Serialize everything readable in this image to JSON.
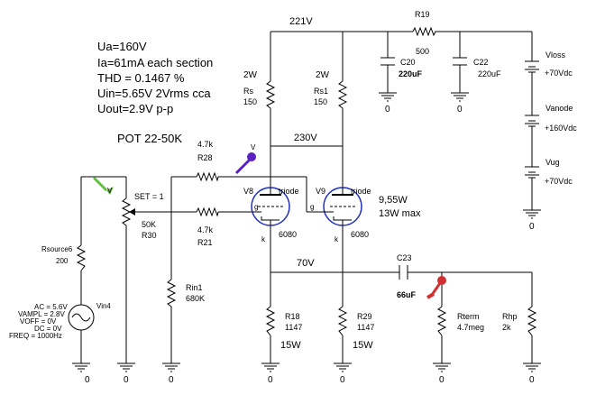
{
  "notes": {
    "line1": "Ua=160V",
    "line2": "Ia=61mA each section",
    "line3": "THD = 0.1467 %",
    "line4": "Uin=5.65V 2Vrms cca",
    "line5": "Uout=2.9V p-p"
  },
  "pot_label": "POT 22-50K",
  "nets": {
    "v221": "221V",
    "v230": "230V",
    "v70": "70V"
  },
  "resistors": {
    "r19_name": "R19",
    "r19_val": "500",
    "rs_power": "2W",
    "rs_name": "Rs",
    "rs_val": "150",
    "rs1_power": "2W",
    "rs1_name": "Rs1",
    "rs1_val": "150",
    "r28_val": "4.7k",
    "r28_name": "R28",
    "r21_val": "4.7k",
    "r21_name": "R21",
    "r30_set": "SET = 1",
    "r30_val": "50K",
    "r30_name": "R30",
    "rsource_name": "Rsource6",
    "rsource_val": "200",
    "rin1_name": "Rin1",
    "rin1_val": "680K",
    "r18_name": "R18",
    "r18_val": "1147",
    "r18_power": "15W",
    "r29_name": "R29",
    "r29_val": "1147",
    "r29_power": "15W",
    "rterm_name": "Rterm",
    "rterm_val": "4.7meg",
    "rhp_name": "Rhp",
    "rhp_val": "2k"
  },
  "capacitors": {
    "c20_name": "C20",
    "c20_val": "220uF",
    "c22_name": "C22",
    "c22_val": "220uF",
    "c23_name": "C23",
    "c23_val": "66uF"
  },
  "tubes": {
    "v8_name": "V8",
    "v8_type": "triode",
    "v8_part": "6080",
    "v9_name": "V9",
    "v9_type": "triode",
    "v9_part": "6080",
    "diss": "9,55W",
    "diss_max": "13W max",
    "pin_g": "g",
    "pin_k": "k"
  },
  "sources": {
    "vloss_name": "Vloss",
    "vloss_val": "+70Vdc",
    "vanode_name": "Vanode",
    "vanode_val": "+160Vdc",
    "vug_name": "Vug",
    "vug_val": "+70Vdc",
    "vin_name": "Vin4",
    "vin_ac": "AC = 5.6V",
    "vin_vampl": "VAMPL = 2.8V",
    "vin_voff": "VOFF = 0V",
    "vin_dc": "DC = 0V",
    "vin_freq": "FREQ = 1000Hz"
  },
  "ground_label": "0",
  "colors": {
    "wire": "#000000",
    "probe_green": "#60c040",
    "probe_purple": "#5a20c0",
    "probe_red": "#d03030",
    "tube_blue": "#2030c0"
  }
}
